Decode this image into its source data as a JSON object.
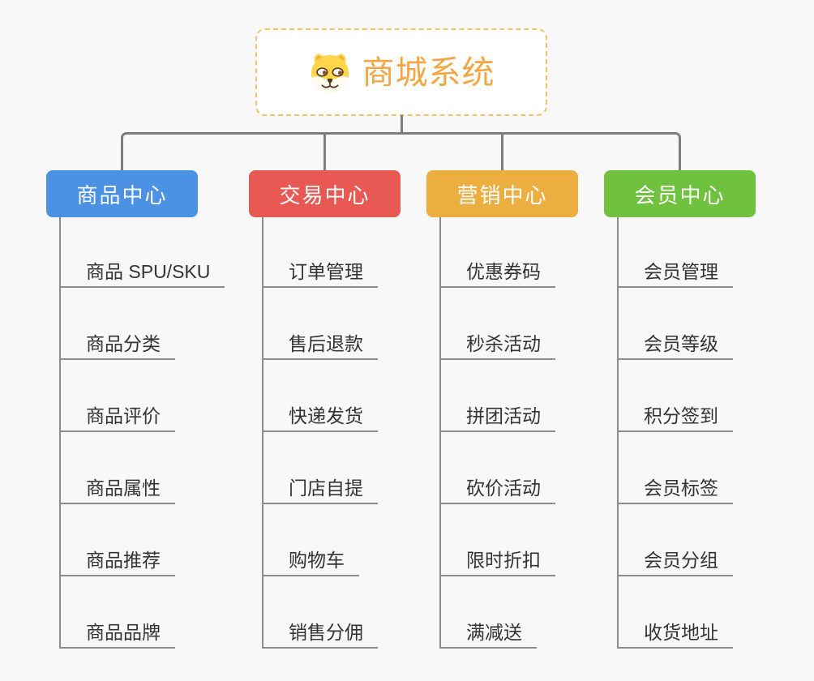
{
  "root": {
    "title": "商城系统",
    "icon": "dog-face-icon",
    "title_color": "#F2A644",
    "border_color": "#F5C268"
  },
  "branches": [
    {
      "label": "商品中心",
      "color": "#4B92E5",
      "children": [
        "商品 SPU/SKU",
        "商品分类",
        "商品评价",
        "商品属性",
        "商品推荐",
        "商品品牌"
      ]
    },
    {
      "label": "交易中心",
      "color": "#E75952",
      "children": [
        "订单管理",
        "售后退款",
        "快递发货",
        "门店自提",
        "购物车",
        "销售分佣"
      ]
    },
    {
      "label": "营销中心",
      "color": "#ECAD41",
      "children": [
        "优惠券码",
        "秒杀活动",
        "拼团活动",
        "砍价活动",
        "限时折扣",
        "满减送"
      ]
    },
    {
      "label": "会员中心",
      "color": "#6FC13E",
      "children": [
        "会员管理",
        "会员等级",
        "积分签到",
        "会员标签",
        "会员分组",
        "收货地址"
      ]
    }
  ],
  "colors": {
    "background": "#F8F8F8",
    "connector": "#7D7D7D",
    "leaf_line": "#8C8C8C",
    "leaf_text": "#333333"
  }
}
